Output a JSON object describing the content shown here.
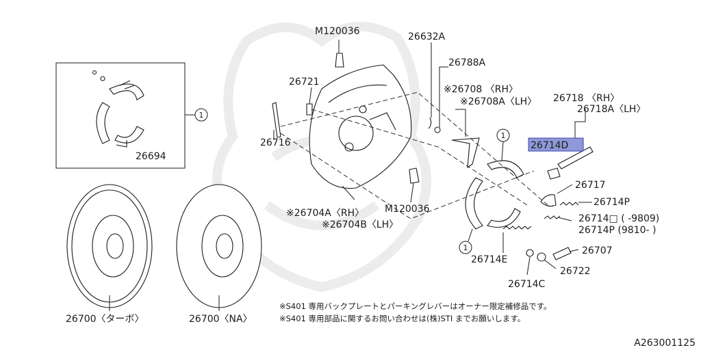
{
  "parts": {
    "p_m120036_top": "M120036",
    "p_26632a": "26632A",
    "p_26788a": "26788A",
    "p_26721": "26721",
    "p_26708": "※26708 〈RH〉",
    "p_26708a": "※26708A〈LH〉",
    "p_26718": "26718 〈RH〉",
    "p_26718a": "26718A〈LH〉",
    "p_26716": "26716",
    "p_26694": "26694",
    "p_26714d": "26714D",
    "p_26717": "26717",
    "p_26714p": "26714P",
    "p_26704a": "※26704A〈RH〉",
    "p_m120036_bot": "M120036",
    "p_26704b": "※26704B〈LH〉",
    "p_26714o": "26714□ (    -9809)",
    "p_26714p2": "26714P (9810-    )",
    "p_26707": "26707",
    "p_26714e": "26714E",
    "p_26722": "26722",
    "p_26714c": "26714C",
    "p_26700_turbo": "26700〈ターボ〉",
    "p_26700_na": "26700〈NA〉"
  },
  "callout": "1",
  "notes": {
    "line1": "※S401 専用バックプレートとパーキングレバーはオーナー限定補修品です。",
    "line2": "※S401 専用部品に関するお問い合わせは(株)STI までお願いします。"
  },
  "diagram_id": "A263001125",
  "highlight_color": "#8f98d8"
}
